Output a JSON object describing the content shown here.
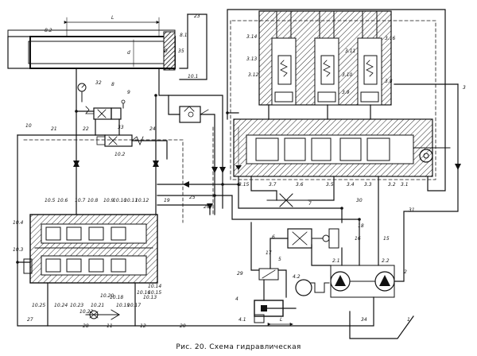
{
  "caption": "Рис. 20. Схема гидравлическая",
  "dims": {
    "stroke_length": "L",
    "rod_diameter": "d",
    "bore_diameter": "D",
    "cylinder_stroke": "L"
  },
  "labels": {
    "l1": "1",
    "l2": "2",
    "l2_1": "2.1",
    "l2_2": "2.2",
    "l3": "3",
    "l3_1": "3.1",
    "l3_2": "3.2",
    "l3_3": "3.3",
    "l3_4": "3.4",
    "l3_5": "3.5",
    "l3_6": "3.6",
    "l3_7": "3.7",
    "l3_8": "3.8",
    "l3_9": "3.9",
    "l3_10": "3.10",
    "l3_11": "3.11",
    "l3_12": "3.12",
    "l3_13": "3.13",
    "l3_14": "3.14",
    "l3_15": "3.15",
    "l3_16": "3.16",
    "l4": "4",
    "l4_1": "4.1",
    "l4_2": "4.2",
    "l5": "5",
    "l6": "6",
    "l7": "7",
    "l8": "8",
    "l8_1": "8.1",
    "l8_2": "8.2",
    "l9": "9",
    "l10": "10",
    "l10_1": "10.1",
    "l10_2": "10.2",
    "l10_3": "10.3",
    "l10_4": "10.4",
    "l10_5": "10.5",
    "l10_6": "10.6",
    "l10_7": "10.7",
    "l10_8": "10.8",
    "l10_9": "10.9",
    "l10_10": "10.10",
    "l10_11": "10.11",
    "l10_12": "10.12",
    "l10_13": "10.13",
    "l10_14": "10.14",
    "l10_15": "10.15",
    "l10_16": "10.16",
    "l10_17": "10.17",
    "l10_18": "10.18",
    "l10_19": "10.19",
    "l10_20": "10.20",
    "l10_21": "10.21",
    "l10_22": "10.22",
    "l10_23": "10.23",
    "l10_24": "10.24",
    "l10_25": "10.25",
    "l11": "11",
    "l12": "12",
    "l15": "15",
    "l16": "16",
    "l17": "17",
    "l18": "18",
    "l19": "19",
    "l20": "20",
    "l21": "21",
    "l22": "22",
    "l23": "23",
    "l24": "24",
    "l25": "25",
    "l26": "26",
    "l27": "27",
    "l28": "28",
    "l29": "29",
    "l30": "30",
    "l31": "31",
    "l32": "32",
    "l33": "33",
    "l34": "34",
    "l35": "35"
  }
}
